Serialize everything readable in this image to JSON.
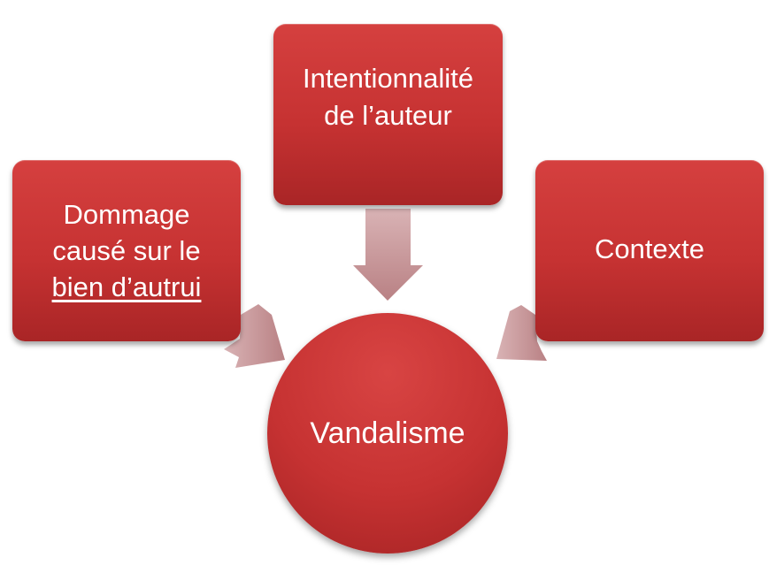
{
  "center": {
    "label": "Vandalisme"
  },
  "nodes": {
    "left": {
      "line1": "Dommage",
      "line2": "causé sur le",
      "line3": "bien d’autrui"
    },
    "top": {
      "line1": "Intentionnalité",
      "line2": "de l’auteur"
    },
    "right": {
      "label": "Contexte"
    }
  },
  "colors": {
    "box": "#c63232",
    "arrow": "#c99a9c"
  }
}
